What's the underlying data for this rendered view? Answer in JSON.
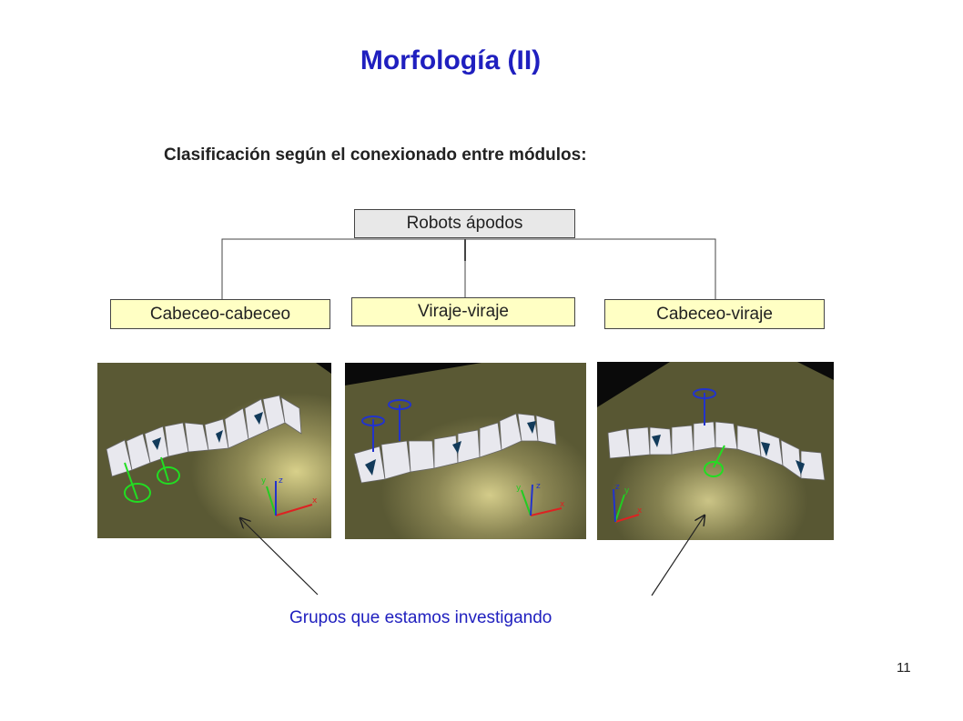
{
  "slide": {
    "title": "Morfología (II)",
    "subtitle": "Clasificación según el conexionado entre módulos:",
    "page_number": "11"
  },
  "tree": {
    "root": "Robots ápodos",
    "children": [
      "Cabeceo-cabeceo",
      "Viraje-viraje",
      "Cabeceo-viraje"
    ]
  },
  "panels": {
    "axis_labels": {
      "x": "x",
      "y": "y",
      "z": "z"
    }
  },
  "caption": "Grupos que estamos investigando",
  "colors": {
    "title": "#1f1fbf",
    "caption": "#2020bf",
    "root_box": "#e8e8e8",
    "child_box": "#ffffc4",
    "floor": "#6b6a3f",
    "pitch_axis": "#22dd22",
    "yaw_axis": "#2233cc"
  }
}
